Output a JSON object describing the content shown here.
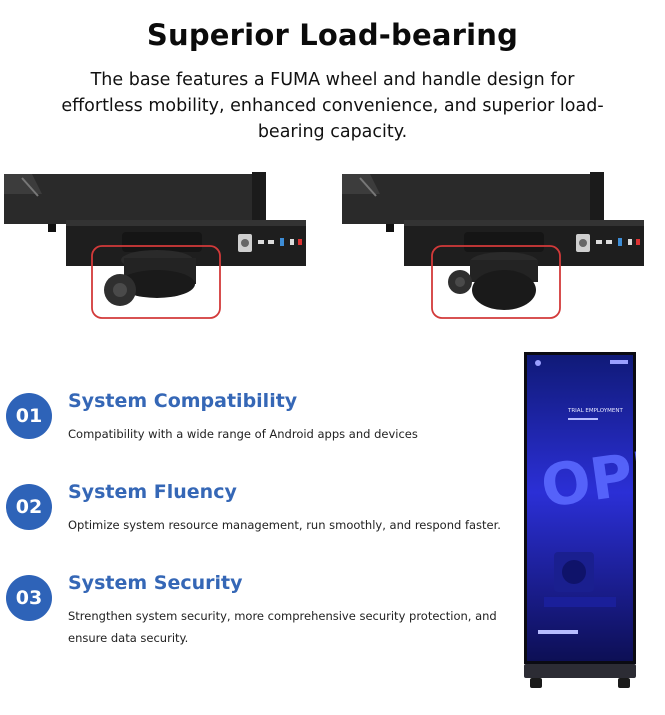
{
  "header": {
    "title": "Superior Load-bearing",
    "subtitle": "The base features a FUMA wheel and handle design for effortless mobility, enhanced convenience, and superior load-bearing capacity."
  },
  "features": [
    {
      "number": "01",
      "title": "System Compatibility",
      "description": "Compatibility with a wide range of Android apps and devices"
    },
    {
      "number": "02",
      "title": "System Fluency",
      "description": "Optimize system resource management, run smoothly, and respond faster."
    },
    {
      "number": "03",
      "title": "System Security",
      "description": "Strengthen system security, more comprehensive security protection, and ensure data security."
    }
  ],
  "device_screen": {
    "heading": "TRIAL EMPLOYMENT",
    "big_text": "OPEN"
  },
  "colors": {
    "accent": "#3567b6",
    "badge": "#2e63b8",
    "highlight_frame": "#d33a3a",
    "screen_blue": "#2b2fd6"
  }
}
